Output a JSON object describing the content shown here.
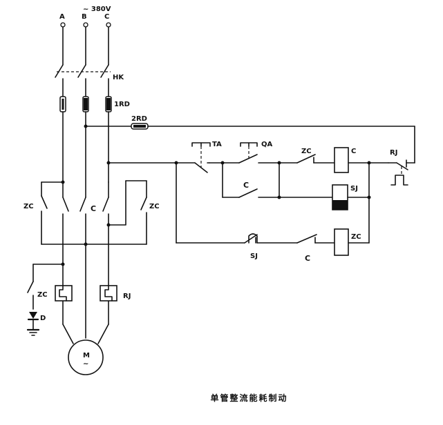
{
  "supply": {
    "voltage": "~ 380V",
    "phases": [
      "A",
      "B",
      "C"
    ]
  },
  "labels": {
    "main_switch": "HK",
    "main_fuse": "1RD",
    "control_fuse": "2RD",
    "stop_button": "TA",
    "start_button": "QA",
    "brake_contactor_interlock": "ZC",
    "run_contactor_coil": "C",
    "thermal_relay_contact": "RJ",
    "self_hold_contact": "C",
    "time_relay_coil": "SJ",
    "time_relay_contact": "SJ",
    "run_interlock_contact": "C",
    "brake_contactor_coil": "ZC",
    "brake_contacts_left": "ZC",
    "run_main_contacts": "C",
    "brake_contacts_right": "ZC",
    "rectifier_contact": "ZC",
    "diode": "D",
    "thermal_relay": "RJ",
    "motor": "M",
    "motor_ac": "~"
  },
  "caption": "单管整流能耗制动"
}
